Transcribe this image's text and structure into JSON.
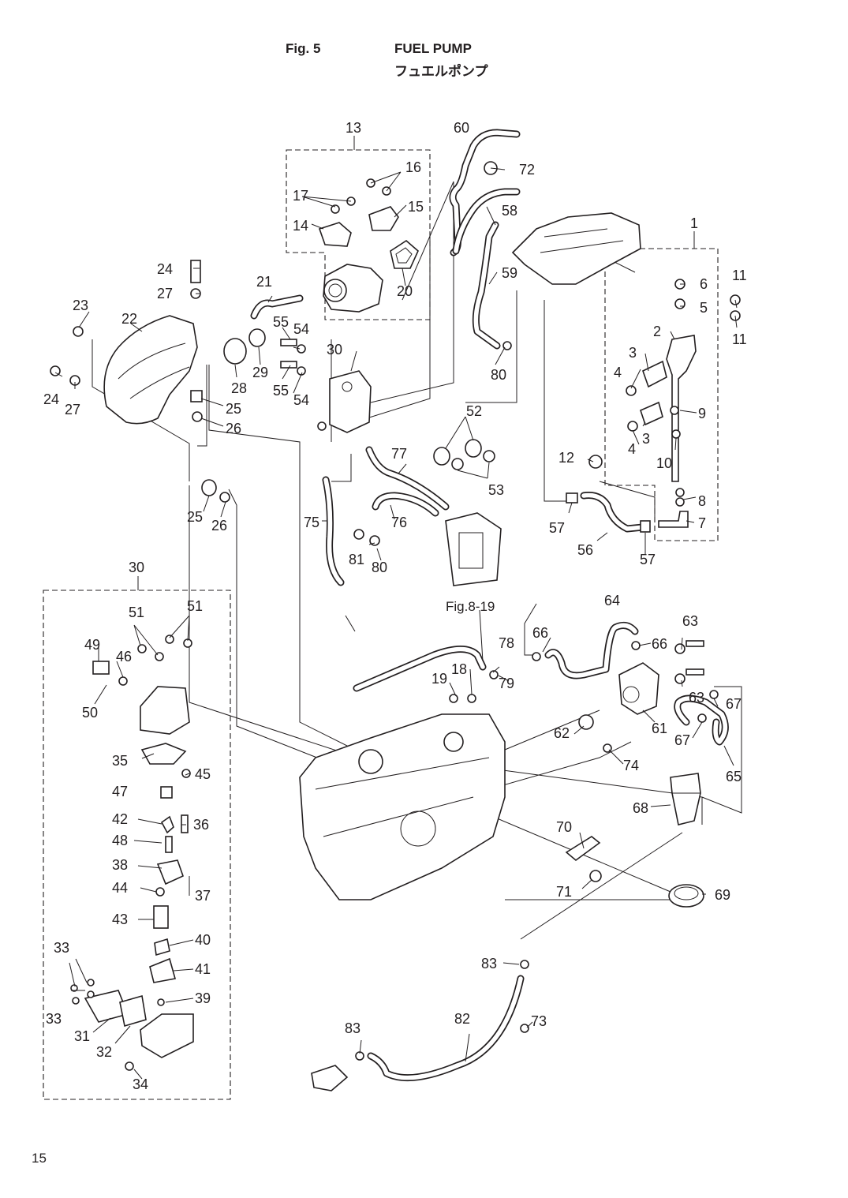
{
  "header": {
    "fig": "Fig. 5",
    "title_en": "FUEL PUMP",
    "title_jp": "フュエルポンプ"
  },
  "page_number": "15",
  "callouts": {
    "c1": "1",
    "c2": "2",
    "c3a": "3",
    "c3b": "3",
    "c4a": "4",
    "c4b": "4",
    "c5": "5",
    "c6": "6",
    "c7": "7",
    "c8": "8",
    "c9": "9",
    "c10": "10",
    "c11a": "11",
    "c11b": "11",
    "c12": "12",
    "c13": "13",
    "c14": "14",
    "c15": "15",
    "c16": "16",
    "c17": "17",
    "c18": "18",
    "c19": "19",
    "c20": "20",
    "c21": "21",
    "c22": "22",
    "c23": "23",
    "c24a": "24",
    "c24b": "24",
    "c25a": "25",
    "c25b": "25",
    "c26a": "26",
    "c26b": "26",
    "c27a": "27",
    "c27b": "27",
    "c28": "28",
    "c29": "29",
    "c30a": "30",
    "c30b": "30",
    "c31": "31",
    "c32": "32",
    "c33a": "33",
    "c33b": "33",
    "c34": "34",
    "c35": "35",
    "c36": "36",
    "c37": "37",
    "c38": "38",
    "c39": "39",
    "c40": "40",
    "c41": "41",
    "c42": "42",
    "c43": "43",
    "c44": "44",
    "c45": "45",
    "c46": "46",
    "c47": "47",
    "c48": "48",
    "c49": "49",
    "c50": "50",
    "c51a": "51",
    "c51b": "51",
    "c52": "52",
    "c53": "53",
    "c54a": "54",
    "c54b": "54",
    "c55a": "55",
    "c55b": "55",
    "c56": "56",
    "c57a": "57",
    "c57b": "57",
    "c58": "58",
    "c59": "59",
    "c60": "60",
    "c61": "61",
    "c62": "62",
    "c63a": "63",
    "c63b": "63",
    "c64": "64",
    "c65": "65",
    "c66a": "66",
    "c66b": "66",
    "c67a": "67",
    "c67b": "67",
    "c68": "68",
    "c69": "69",
    "c70": "70",
    "c71": "71",
    "c72": "72",
    "c73": "73",
    "c74": "74",
    "c75": "75",
    "c76": "76",
    "c77": "77",
    "c78": "78",
    "c79": "79",
    "c80a": "80",
    "c80b": "80",
    "c81": "81",
    "c82": "82",
    "c83a": "83",
    "c83b": "83"
  },
  "ref_fig": "Fig.8-19"
}
